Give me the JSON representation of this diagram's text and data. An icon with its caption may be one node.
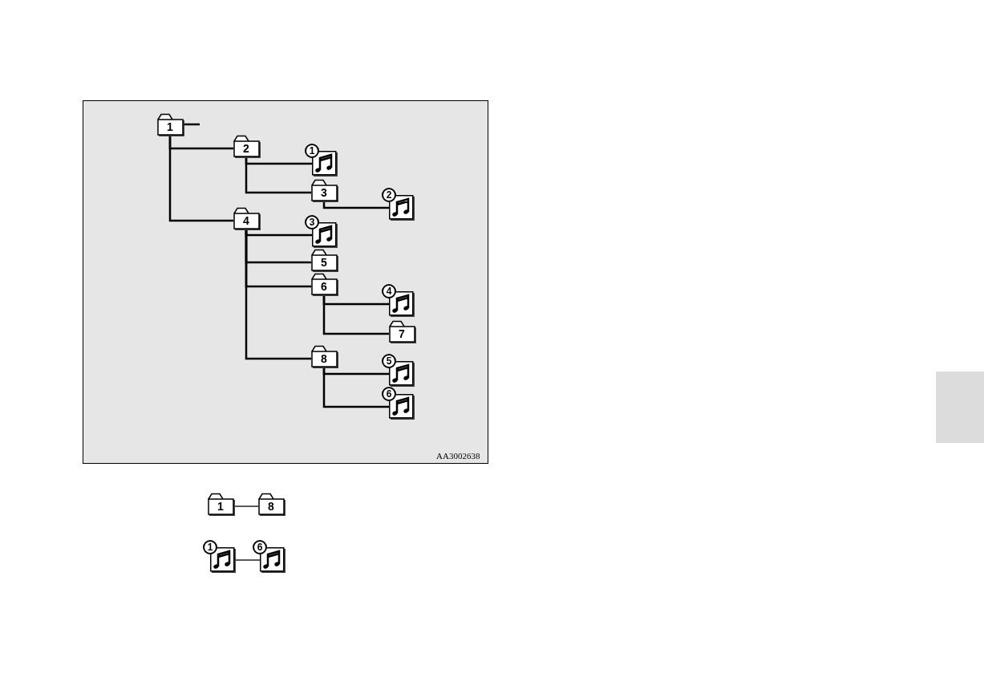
{
  "diagram": {
    "nodes": [
      {
        "text": [
          "1"
        ]
      },
      {
        "text": [
          "2"
        ]
      },
      {
        "text": [
          "1"
        ]
      },
      {
        "text": [
          "3"
        ]
      },
      {
        "text": [
          "2"
        ]
      },
      {
        "text": [
          "4"
        ]
      },
      {
        "text": [
          "3"
        ]
      },
      {
        "text": [
          "5"
        ]
      },
      {
        "text": [
          "6"
        ]
      },
      {
        "text": [
          "4"
        ]
      },
      {
        "text": [
          "7"
        ]
      },
      {
        "text": [
          "8"
        ]
      },
      {
        "text": [
          "5"
        ]
      },
      {
        "text": [
          "6"
        ]
      },
      {
        "text": [
          "1"
        ]
      },
      {
        "text": [
          "8"
        ]
      },
      {
        "text": [
          "1"
        ]
      },
      {
        "text": [
          "6"
        ]
      }
    ],
    "edges": [
      {
        "from": 0,
        "to": null,
        "arrow": "none"
      },
      {
        "from": 0,
        "to": 1,
        "arrow": "none"
      },
      {
        "from": 0,
        "to": 5,
        "arrow": "none"
      },
      {
        "from": 1,
        "to": 2,
        "arrow": "none"
      },
      {
        "from": 1,
        "to": 3,
        "arrow": "none"
      },
      {
        "from": 3,
        "to": 4,
        "arrow": "none"
      },
      {
        "from": 5,
        "to": 6,
        "arrow": "none"
      },
      {
        "from": 5,
        "to": 7,
        "arrow": "none"
      },
      {
        "from": 5,
        "to": 8,
        "arrow": "none"
      },
      {
        "from": 5,
        "to": 11,
        "arrow": "none"
      },
      {
        "from": 8,
        "to": 9,
        "arrow": "none"
      },
      {
        "from": 8,
        "to": 10,
        "arrow": "none"
      },
      {
        "from": 11,
        "to": 12,
        "arrow": "none"
      },
      {
        "from": 11,
        "to": 13,
        "arrow": "none"
      },
      {
        "from": 14,
        "to": 15,
        "arrow": "none"
      },
      {
        "from": 16,
        "to": 17,
        "arrow": "none"
      }
    ],
    "labels": [
      "AA3002638"
    ]
  }
}
